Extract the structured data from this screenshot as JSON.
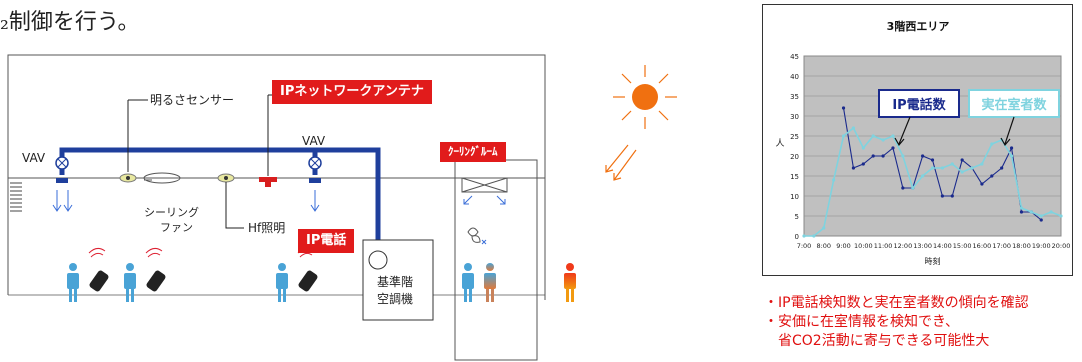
{
  "heading": "₂制御を行う。",
  "diagram": {
    "vav_left": "VAV",
    "vav_right": "VAV",
    "brightness_sensor": "明るさセンサー",
    "ceiling_fan_line1": "シーリング",
    "ceiling_fan_line2": "ファン",
    "hf_lighting": "Hf照明",
    "ahu_line1": "基準階",
    "ahu_line2": "空調機",
    "ip_antenna_label": "IPネットワークアンテナ",
    "cooling_room_label": "ｸｰﾘﾝｸﾞﾙｰﾑ",
    "ip_phone_label": "IP電話"
  },
  "chart_data": {
    "type": "line",
    "title": "3階西エリア",
    "xlabel": "時刻",
    "ylabel": "人",
    "categories": [
      "7:00",
      "8:00",
      "9:00",
      "10:00",
      "11:00",
      "12:00",
      "13:00",
      "14:00",
      "15:00",
      "16:00",
      "17:00",
      "18:00",
      "19:00",
      "20:00"
    ],
    "ylim": [
      0,
      45
    ],
    "yticks": [
      0,
      5,
      10,
      15,
      20,
      25,
      30,
      35,
      40,
      45
    ],
    "grid": true,
    "series": [
      {
        "name": "IP電話数",
        "color": "#1a2a8c",
        "points": [
          [
            9.0,
            32
          ],
          [
            9.5,
            17
          ],
          [
            10.0,
            18
          ],
          [
            10.5,
            20
          ],
          [
            11.0,
            20
          ],
          [
            11.5,
            22
          ],
          [
            12.0,
            12
          ],
          [
            12.5,
            12
          ],
          [
            13.0,
            20
          ],
          [
            13.5,
            19
          ],
          [
            14.0,
            10
          ],
          [
            14.5,
            10
          ],
          [
            15.0,
            19
          ],
          [
            15.5,
            17
          ],
          [
            16.0,
            13
          ],
          [
            16.5,
            15
          ],
          [
            17.0,
            17
          ],
          [
            17.5,
            22
          ],
          [
            18.0,
            6
          ],
          [
            18.5,
            6
          ],
          [
            19.0,
            4
          ]
        ]
      },
      {
        "name": "実在室者数",
        "color": "#7fd3df",
        "points": [
          [
            7.0,
            0
          ],
          [
            7.5,
            0
          ],
          [
            8.0,
            2
          ],
          [
            8.5,
            14
          ],
          [
            9.0,
            25
          ],
          [
            9.5,
            27
          ],
          [
            10.0,
            22
          ],
          [
            10.5,
            25
          ],
          [
            11.0,
            24
          ],
          [
            11.5,
            25
          ],
          [
            12.0,
            20
          ],
          [
            12.5,
            12
          ],
          [
            13.0,
            15
          ],
          [
            13.5,
            17
          ],
          [
            14.0,
            17
          ],
          [
            14.5,
            18
          ],
          [
            15.0,
            16
          ],
          [
            15.5,
            17
          ],
          [
            16.0,
            18
          ],
          [
            16.5,
            23
          ],
          [
            17.0,
            24
          ],
          [
            17.5,
            20
          ],
          [
            18.0,
            7
          ],
          [
            18.5,
            6
          ],
          [
            19.0,
            5
          ],
          [
            19.5,
            6
          ],
          [
            20.0,
            5
          ]
        ]
      }
    ]
  },
  "legend": {
    "ip_phone_count": "IP電話数",
    "occupants": "実在室者数"
  },
  "notes": [
    "・IP電話検知数と実在室者数の傾向を確認",
    "・安価に在室情報を検知でき、",
    "　省CO2活動に寄与できる可能性大"
  ],
  "colors": {
    "duct_blue": "#1f3f9c",
    "label_red": "#e11b1b",
    "sun_orange": "#f07010",
    "plot_bg": "#c0c0c0"
  }
}
